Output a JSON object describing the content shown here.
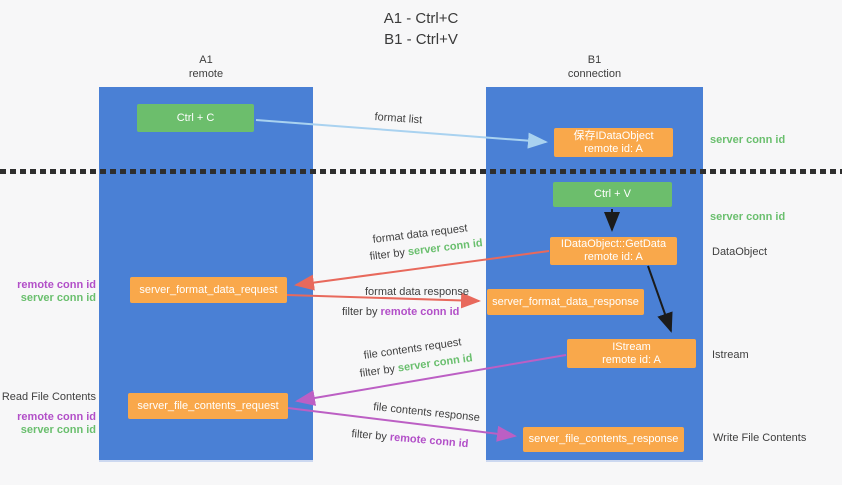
{
  "title": {
    "line1": "A1 - Ctrl+C",
    "line2": "B1 - Ctrl+V"
  },
  "lanes": {
    "left": {
      "name": "A1",
      "role": "remote"
    },
    "right": {
      "name": "B1",
      "role": "connection"
    }
  },
  "nodes": {
    "ctrl_c": {
      "label": "Ctrl + C"
    },
    "ctrl_v": {
      "label": "Ctrl + V"
    },
    "save_dataobject": {
      "line1": "保存IDataObject",
      "line2": "remote id: A"
    },
    "getdata": {
      "line1": "IDataObject::GetData",
      "line2": "remote id: A"
    },
    "istream": {
      "line1": "IStream",
      "line2": "remote id: A"
    },
    "format_request": {
      "label": "server_format_data_request"
    },
    "format_response": {
      "label": "server_format_data_response"
    },
    "file_request": {
      "label": "server_file_contents_request"
    },
    "file_response": {
      "label": "server_file_contents_response"
    }
  },
  "arrow_labels": {
    "format_list": "format list",
    "format_data_request": "format data request",
    "format_data_response": "format data response",
    "file_contents_request": "file contents request",
    "file_contents_response": "file contents response",
    "filter_by": "filter by ",
    "server_conn_id": "server conn id",
    "remote_conn_id": "remote conn id"
  },
  "side_labels": {
    "server_conn_id_top": "server conn id",
    "server_conn_id_mid": "server conn id",
    "dataobject": "DataObject",
    "istream": "Istream",
    "write_file_contents": "Write File Contents",
    "read_file_contents": "Read File Contents",
    "remote_conn_id_upper": "remote conn id",
    "server_conn_id_upper": "server conn id",
    "remote_conn_id_lower": "remote conn id",
    "server_conn_id_lower": "server conn id"
  },
  "colors": {
    "lane_blue": "#4a80d5",
    "node_green": "#6cbe6c",
    "node_orange": "#f9a84b",
    "arrow_light_blue": "#a9d2f0",
    "arrow_red": "#e8695c",
    "arrow_magenta": "#bc5fc4",
    "arrow_black": "#1b1b1b",
    "text_green": "#6abf6e",
    "text_purple": "#b24fc8",
    "text_dark": "#3f3f3f"
  }
}
